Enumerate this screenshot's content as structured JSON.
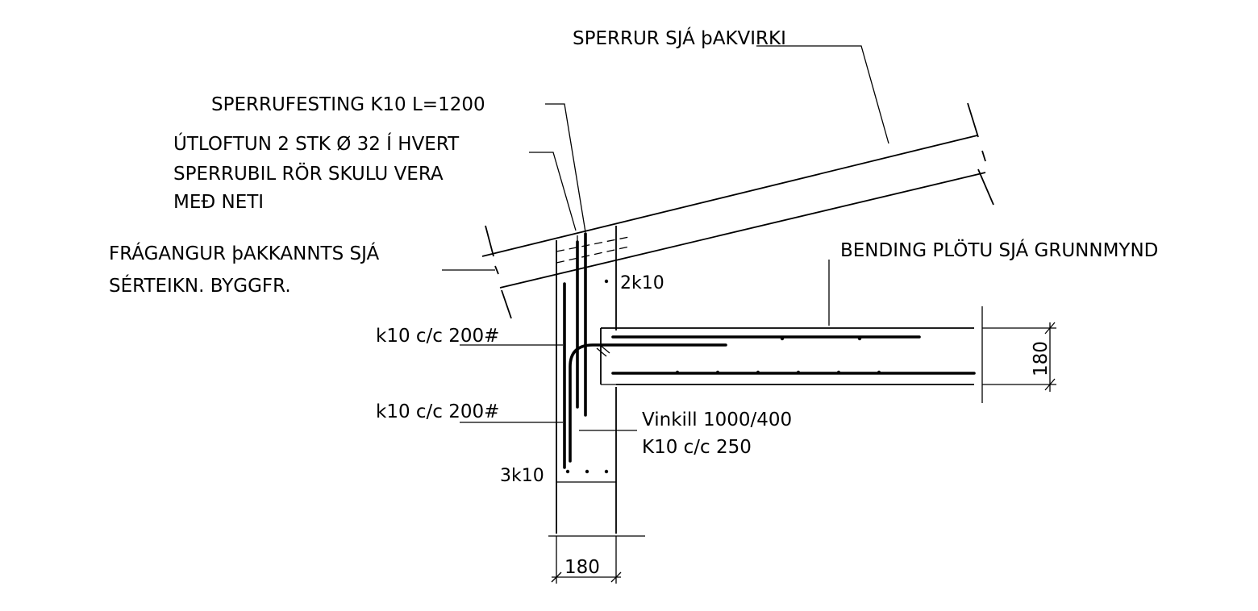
{
  "labels": {
    "sperrur": "SPERRUR SJÁ þAKVIRKI",
    "sperrufesting": "SPERRUFESTING K10 L=1200",
    "utloftun_1": "ÚTLOFTUN 2 STK Ø 32 Í HVERT",
    "utloftun_2": "SPERRUBIL RÖR SKULU VERA",
    "utloftun_3": "MEÐ NETI",
    "fragangur_1": "FRÁGANGUR þAKKANNTS SJÁ",
    "fragangur_2": "SÉRTEIKN. BYGGFR.",
    "bending": "BENDING PLÖTU SJÁ GRUNNMYND",
    "top_bars": "2k10",
    "k10_upper": "k10 c/c 200#",
    "k10_lower": "k10 c/c 200#",
    "vinkill_1": "Vinkill 1000/400",
    "vinkill_2": "K10 c/c 250",
    "bottom_bars": "3k10",
    "slab_thickness": "180",
    "wall_thickness": "180"
  }
}
